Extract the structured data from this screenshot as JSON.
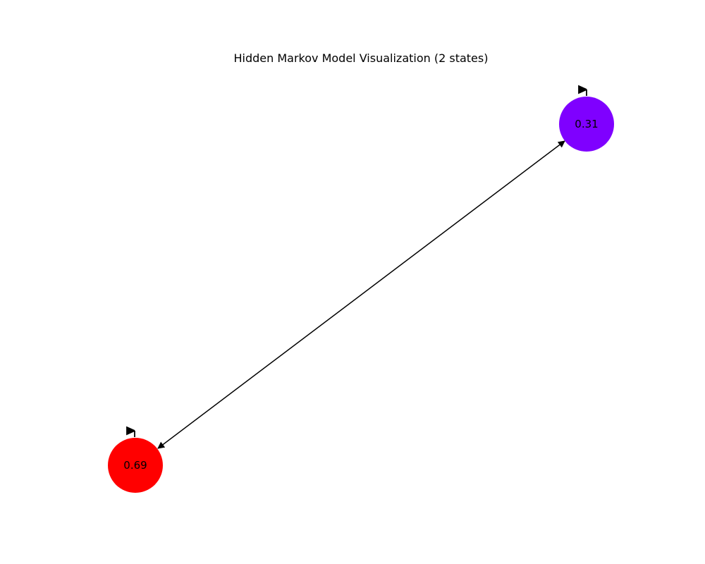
{
  "diagram": {
    "title": "Hidden Markov Model Visualization (2 states)",
    "edge_color": "#000000",
    "states": [
      {
        "id": "state-a",
        "label": "0.31",
        "color": "#7f00ff",
        "self_loop": true
      },
      {
        "id": "state-b",
        "label": "0.69",
        "color": "#ff0000",
        "self_loop": true
      }
    ],
    "transitions": [
      {
        "from": "state-a",
        "to": "state-b",
        "bidirectional": true
      }
    ]
  }
}
